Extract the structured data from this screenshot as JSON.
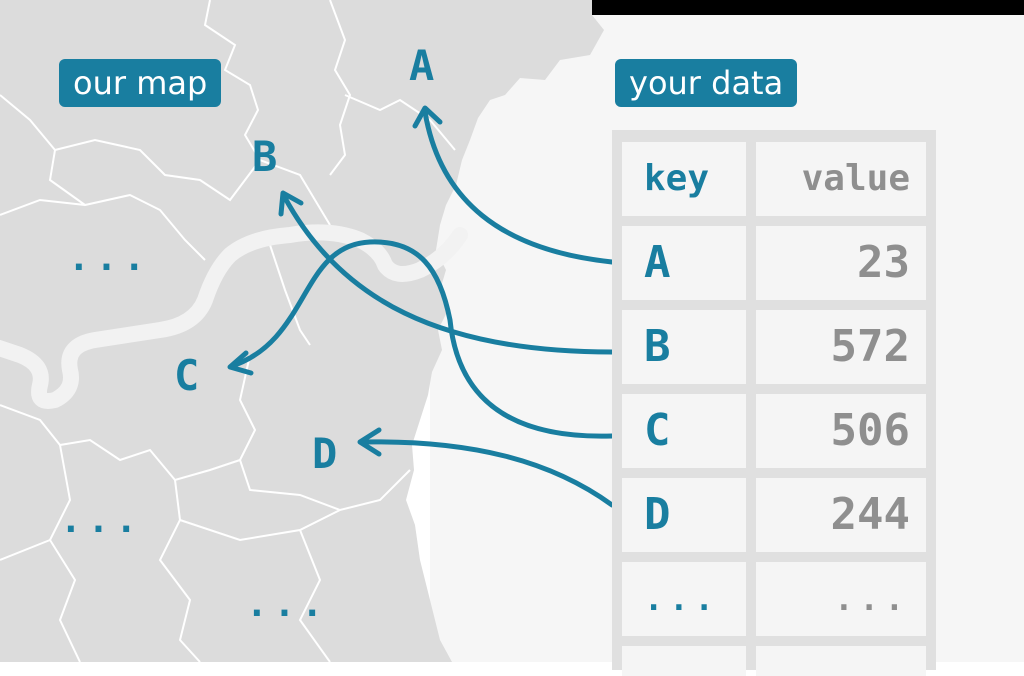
{
  "labels": {
    "our_map": "our map",
    "your_data": "your data"
  },
  "table": {
    "headers": {
      "key": "key",
      "value": "value"
    },
    "rows": [
      {
        "key": "A",
        "value": "23"
      },
      {
        "key": "B",
        "value": "572"
      },
      {
        "key": "C",
        "value": "506"
      },
      {
        "key": "D",
        "value": "244"
      },
      {
        "key": "...",
        "value": "..."
      }
    ]
  },
  "map": {
    "regions": [
      "A",
      "B",
      "C",
      "D"
    ],
    "ellipsis": "..."
  },
  "colors": {
    "accent": "#197ea0",
    "map_fill": "#dcdcdc",
    "river": "#f2f2f2",
    "value_text": "#8f8f8f"
  }
}
